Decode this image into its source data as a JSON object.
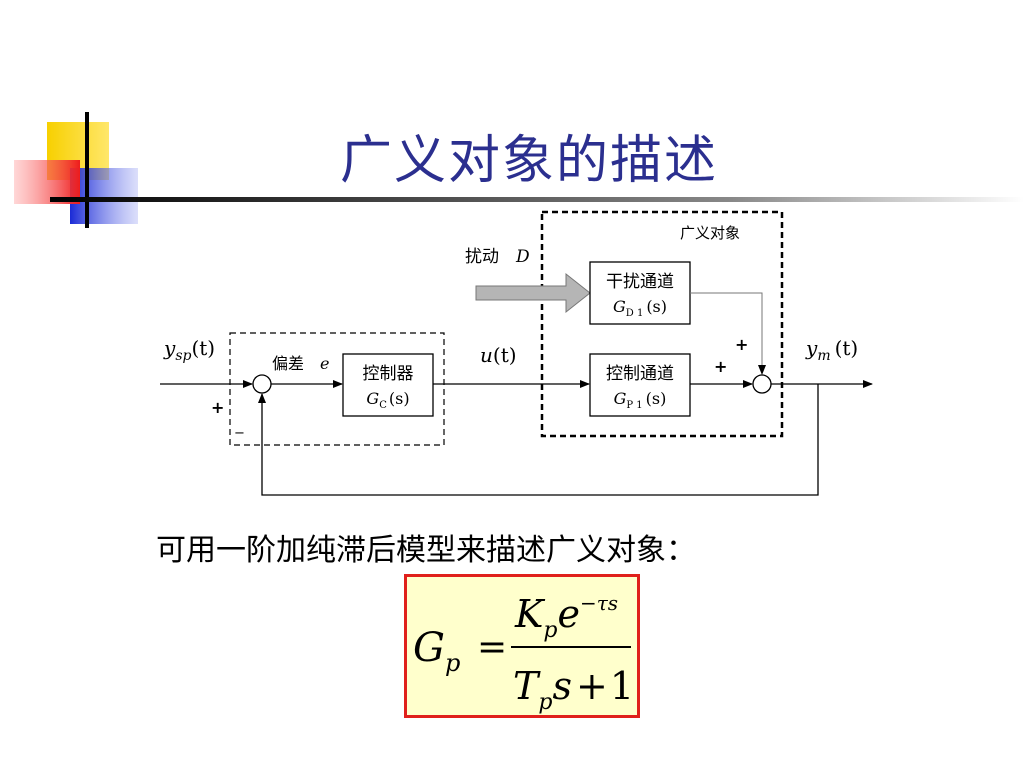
{
  "slide": {
    "title": "广义对象的描述",
    "description": "可用一阶加纯滞后模型来描述广义对象："
  },
  "diagram": {
    "plant_label": "广义对象",
    "disturbance_label": "扰动",
    "disturbance_symbol": "D",
    "deviation_label": "偏差",
    "deviation_symbol": "e",
    "controller": {
      "name": "控制器",
      "tf_G": "G",
      "tf_sub": "C",
      "tf_arg": "(s)"
    },
    "disturbance_channel": {
      "name": "干扰通道",
      "tf_G": "G",
      "tf_sub": "D 1",
      "tf_arg": "(s)"
    },
    "control_channel": {
      "name": "控制通道",
      "tf_G": "G",
      "tf_sub": "P 1",
      "tf_arg": "(s)"
    },
    "setpoint": {
      "var": "y",
      "sub": "sp",
      "arg": "(t)"
    },
    "control_signal": {
      "var": "u",
      "arg": "(t)"
    },
    "output": {
      "var": "y",
      "sub": "m",
      "arg": "(t)"
    },
    "sign_plus": "+",
    "sign_minus": "−"
  },
  "formula": {
    "lhs_G": "G",
    "lhs_sub": "p",
    "equals": "=",
    "num_K": "K",
    "num_sub": "p",
    "num_e": "e",
    "num_exp": "−τs",
    "den_T": "T",
    "den_sub": "p",
    "den_s": "s",
    "den_plus": "+",
    "den_one": "1"
  },
  "colors": {
    "title": "#2b2f8f",
    "formula_border": "#e0201b",
    "formula_bg": "#ffffcc",
    "arrow_fill": "#b5b5b5"
  }
}
